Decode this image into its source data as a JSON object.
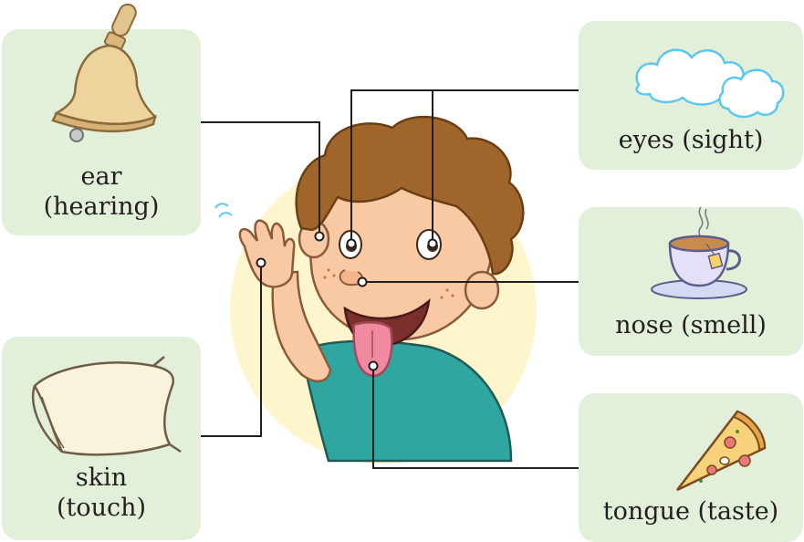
{
  "senses": {
    "ear": {
      "line1": "ear",
      "line2": "(hearing)"
    },
    "skin": {
      "line1": "skin",
      "line2": "(touch)"
    },
    "eyes": {
      "label": "eyes (sight)"
    },
    "nose": {
      "label": "nose (smell)"
    },
    "tongue": {
      "label": "tongue (taste)"
    }
  },
  "colors": {
    "card_bg": "#e2efd9",
    "connector": "#231f20",
    "backdrop_circle": "#fdf6cc",
    "hair": "#a0652a",
    "skin": "#f9c9a4",
    "shirt": "#2fa7a0",
    "tongue": "#f08aa0"
  },
  "icons": {
    "ear": "bell-icon",
    "skin": "pillow-icon",
    "eyes": "clouds-icon",
    "nose": "tea-cup-icon",
    "tongue": "pizza-slice-icon"
  }
}
